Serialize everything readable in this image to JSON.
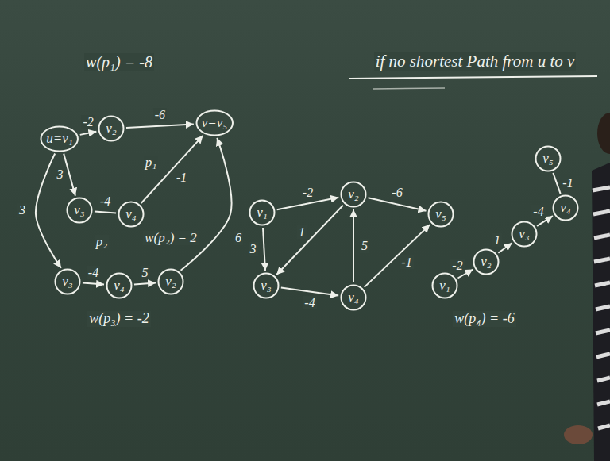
{
  "diagram": {
    "nodes": [
      {
        "text": [
          "u=v₁"
        ]
      },
      {
        "text": [
          "v₂"
        ]
      },
      {
        "text": [
          "v=v₅"
        ]
      },
      {
        "text": [
          "v₃"
        ]
      },
      {
        "text": [
          "v₄"
        ]
      },
      {
        "text": [
          "v₃"
        ]
      },
      {
        "text": [
          "v₄"
        ]
      },
      {
        "text": [
          "v₂"
        ]
      },
      {
        "text": [
          "v₁"
        ]
      },
      {
        "text": [
          "v₂"
        ]
      },
      {
        "text": [
          "v₅"
        ]
      },
      {
        "text": [
          "v₃"
        ]
      },
      {
        "text": [
          "v₄"
        ]
      },
      {
        "text": [
          "v₁"
        ]
      },
      {
        "text": [
          "v₂"
        ]
      },
      {
        "text": [
          "v₃"
        ]
      },
      {
        "text": [
          "v₄"
        ]
      },
      {
        "text": [
          "v₅"
        ]
      }
    ],
    "edges": [
      {
        "from": 0,
        "to": 1,
        "arrow": "to",
        "label": "-2"
      },
      {
        "from": 1,
        "to": 2,
        "arrow": "to",
        "label": "-6"
      },
      {
        "from": 0,
        "to": 3,
        "arrow": "to",
        "label": "3"
      },
      {
        "from": 3,
        "to": 4,
        "arrow": "none",
        "label": "-4"
      },
      {
        "from": 4,
        "to": 2,
        "arrow": "to",
        "label": "-1"
      },
      {
        "from": 0,
        "to": 5,
        "arrow": "to",
        "label": "3"
      },
      {
        "from": 5,
        "to": 6,
        "arrow": "to",
        "label": "-4"
      },
      {
        "from": 6,
        "to": 7,
        "arrow": "to",
        "label": "5"
      },
      {
        "from": 7,
        "to": 2,
        "arrow": "to",
        "label": "6"
      },
      {
        "from": 8,
        "to": 9,
        "arrow": "to",
        "label": "-2"
      },
      {
        "from": 9,
        "to": 10,
        "arrow": "to",
        "label": "-6"
      },
      {
        "from": 8,
        "to": 11,
        "arrow": "to",
        "label": "3"
      },
      {
        "from": 9,
        "to": 11,
        "arrow": "to",
        "label": "1"
      },
      {
        "from": 11,
        "to": 12,
        "arrow": "to",
        "label": "-4"
      },
      {
        "from": 12,
        "to": 9,
        "arrow": "to",
        "label": "5"
      },
      {
        "from": 12,
        "to": 10,
        "arrow": "to",
        "label": "-1"
      },
      {
        "from": 13,
        "to": 14,
        "arrow": "to",
        "label": "-2"
      },
      {
        "from": 14,
        "to": 15,
        "arrow": "to",
        "label": "1"
      },
      {
        "from": 15,
        "to": 16,
        "arrow": "to",
        "label": "-4"
      },
      {
        "from": 16,
        "to": 17,
        "arrow": "none",
        "label": "-1"
      }
    ],
    "labels": [
      "w(p₁) = -8",
      "if no shortest Path from u to v",
      "p₁",
      "p₂",
      "w(p₂) = 2",
      "w(p₃) = -2",
      "w(p₄) = -6"
    ]
  }
}
